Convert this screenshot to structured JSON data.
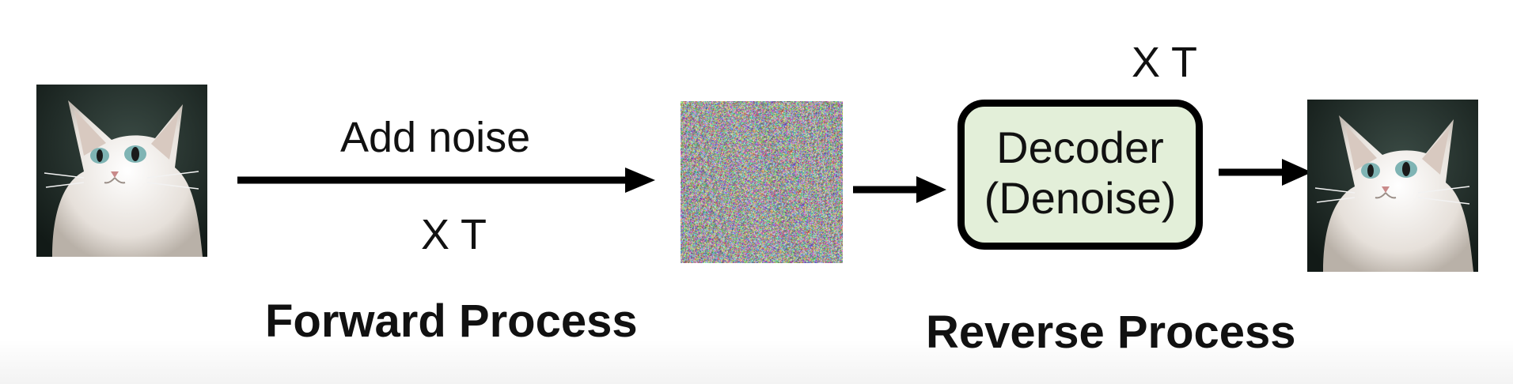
{
  "forward": {
    "arrow_label_top": "Add noise",
    "arrow_label_bottom": "X T",
    "title": "Forward Process"
  },
  "reverse": {
    "repeat_label": "X T",
    "decoder_line1": "Decoder",
    "decoder_line2": "(Denoise)",
    "title": "Reverse Process"
  },
  "colors": {
    "decoder_fill": "#e3efd9",
    "stroke": "#000000",
    "cat_background": "#1f2a26",
    "cat_fur": "#ece8e3",
    "cat_eyes": "#7fb4b4"
  },
  "icons": {
    "input_image": "cat-image-icon",
    "noise_image": "noise-image-icon",
    "output_image": "cat-image-icon"
  }
}
